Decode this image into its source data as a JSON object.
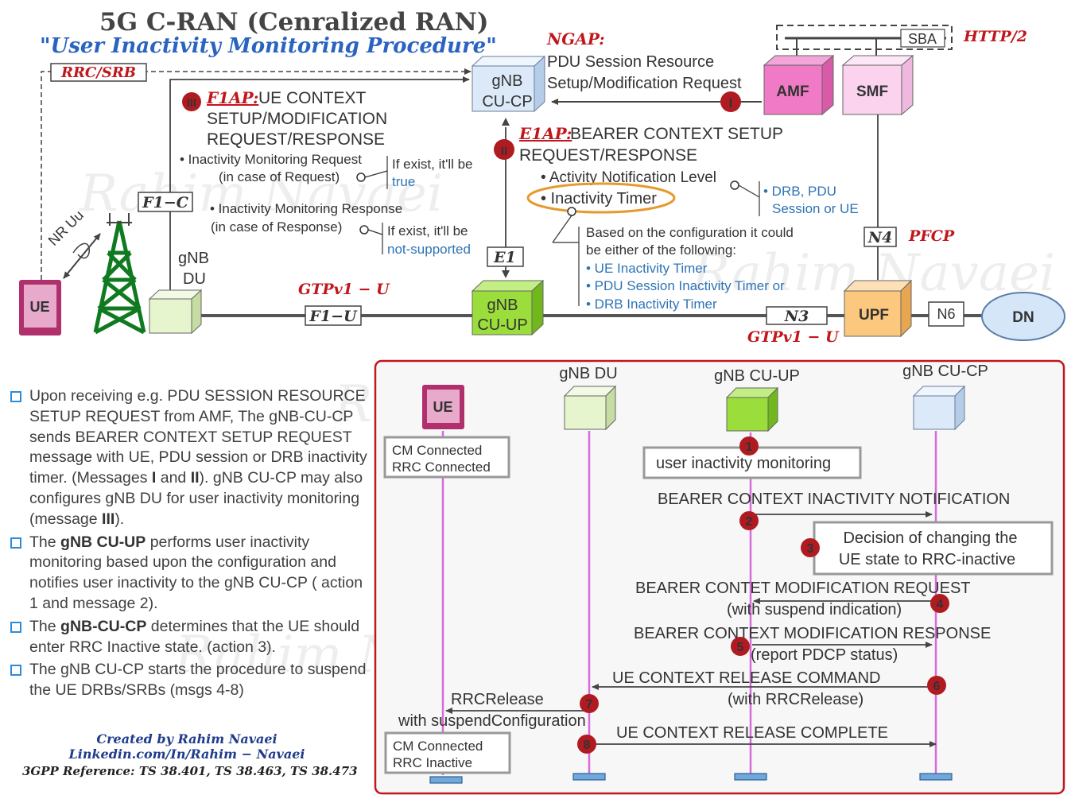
{
  "title": "5G C-RAN (Cenralized RAN)",
  "subtitle": "User Inactivity Monitoring Procedure",
  "top": {
    "rrc_srb": "RRC/SRB",
    "sba": "SBA",
    "http2": "HTTP/2",
    "ngap_label": "NGAP:",
    "ngap_line1": "PDU Session Resource",
    "ngap_line2": "Setup/Modification Request",
    "amf": "AMF",
    "smf": "SMF",
    "gnb_cucp_l1": "gNB",
    "gnb_cucp_l2": "CU-CP",
    "gnb_cuup_l1": "gNB",
    "gnb_cuup_l2": "CU-UP",
    "gnb_du_l1": "gNB",
    "gnb_du_l2": "DU",
    "ue": "UE",
    "nr_uu": "NR Uu",
    "f1c": "F1−C",
    "f1u": "F1−U",
    "e1": "E1",
    "n3": "N3",
    "n4": "N4",
    "n6": "N6",
    "pfcp": "PFCP",
    "gtp_u_1": "GTPv1 − U",
    "gtp_u_2": "GTPv1 − U",
    "upf": "UPF",
    "dn": "DN",
    "f1ap_label": "F1AP:",
    "f1ap_line1": "UE CONTEXT",
    "f1ap_line2": "SETUP/MODIFICATION",
    "f1ap_line3": "REQUEST/RESPONSE",
    "f1ap_b1a": "• Inactivity Monitoring Request",
    "f1ap_b1b": "(in case of Request)",
    "f1ap_n1a": "If exist, it'll be",
    "f1ap_n1b": "true",
    "f1ap_b2a": "• Inactivity Monitoring Response",
    "f1ap_b2b": "(in case of Response)",
    "f1ap_n2a": "If exist, it'll be",
    "f1ap_n2b": "not-supported",
    "e1ap_label": "E1AP:",
    "e1ap_line1": "BEARER CONTEXT SETUP",
    "e1ap_line2": "REQUEST/RESPONSE",
    "e1ap_b1": "• Activity Notification Level",
    "e1ap_b2": "• Inactivity Timer",
    "e1ap_drb1": "• DRB, PDU",
    "e1ap_drb2": "Session or UE",
    "config_l1": "Based on the configuration it could",
    "config_l2": "be either of the following:",
    "config_o1": "• UE Inactivity Timer",
    "config_o2": "• PDU Session Inactivity Timer or",
    "config_o3": "• DRB Inactivity Timer",
    "marker_1": "I",
    "marker_2": "II",
    "marker_3": "III",
    "watermark": "Rahim Navaei"
  },
  "bullets": [
    {
      "pre": "Upon receiving e.g. PDU SESSION RESOURCE SETUP REQUEST from AMF, The gNB-CU-CP sends BEARER CONTEXT SETUP REQUEST message with UE, PDU session or DRB inactivity timer. (Messages ",
      "b1": "I",
      "mid1": " and ",
      "b2": "II",
      "mid2": "). gNB CU-CP may also configures gNB DU for user inactivity monitoring (message ",
      "b3": "III",
      "post": ")."
    },
    {
      "pre": "The ",
      "b1": "gNB CU-UP",
      "post": " performs user inactivity monitoring based upon the configuration and notifies user inactivity to the gNB CU-CP ( action 1 and message 2)."
    },
    {
      "pre": "The ",
      "b1": "gNB-CU-CP",
      "post": " determines that the UE should enter RRC Inactive state. (action 3)."
    },
    {
      "pre": "The gNB CU-CP starts the procedure to suspend the UE DRBs/SRBs (msgs 4-8)",
      "b1": "",
      "post": ""
    }
  ],
  "credits": {
    "created": "Created by Rahim Navaei",
    "linkedin": "Linkedin.com/In/Rahim − Navaei",
    "reference": "3GPP Reference: TS 38.401, TS 38.463, TS 38.473"
  },
  "sequence": {
    "lanes": {
      "ue": "UE",
      "du": "gNB DU",
      "cuup": "gNB CU-UP",
      "cucp": "gNB CU-CP"
    },
    "ue_state_1a": "CM Connected",
    "ue_state_1b": "RRC Connected",
    "ue_state_2a": "CM Connected",
    "ue_state_2b": "RRC Inactive",
    "monitoring": "user inactivity monitoring",
    "decision_1": "Decision of changing the",
    "decision_2": "UE state to RRC-inactive",
    "msg2": "BEARER CONTEXT INACTIVITY  NOTIFICATION",
    "msg4a": "BEARER CONTET MODIFICATION  REQUEST",
    "msg4b": "(with suspend indication)",
    "msg5a": "BEARER CONTEXT MODIFICATION  RESPONSE",
    "msg5b": "(report PDCP status)",
    "msg6a": "UE CONTEXT RELEASE COMMAND",
    "msg6b": "(with RRCRelease)",
    "msg7a": "RRCRelease",
    "msg7b": "with suspendConfiguration",
    "msg8": "UE CONTEXT RELEASE COMPLETE",
    "steps": [
      "1",
      "2",
      "3",
      "4",
      "5",
      "6",
      "7",
      "8"
    ]
  },
  "colors": {
    "red": "#c0171d",
    "blue": "#2e74b5",
    "cucp": "#dbe9f8",
    "cuup": "#9bde3b",
    "du": "#e6f5cd",
    "amf": "#f07ac6",
    "smf": "#fbd3ef",
    "upf": "#fbc87e",
    "ue": "#b0306e",
    "lifeline": "#d76bd9",
    "frame": "#c0171d"
  }
}
